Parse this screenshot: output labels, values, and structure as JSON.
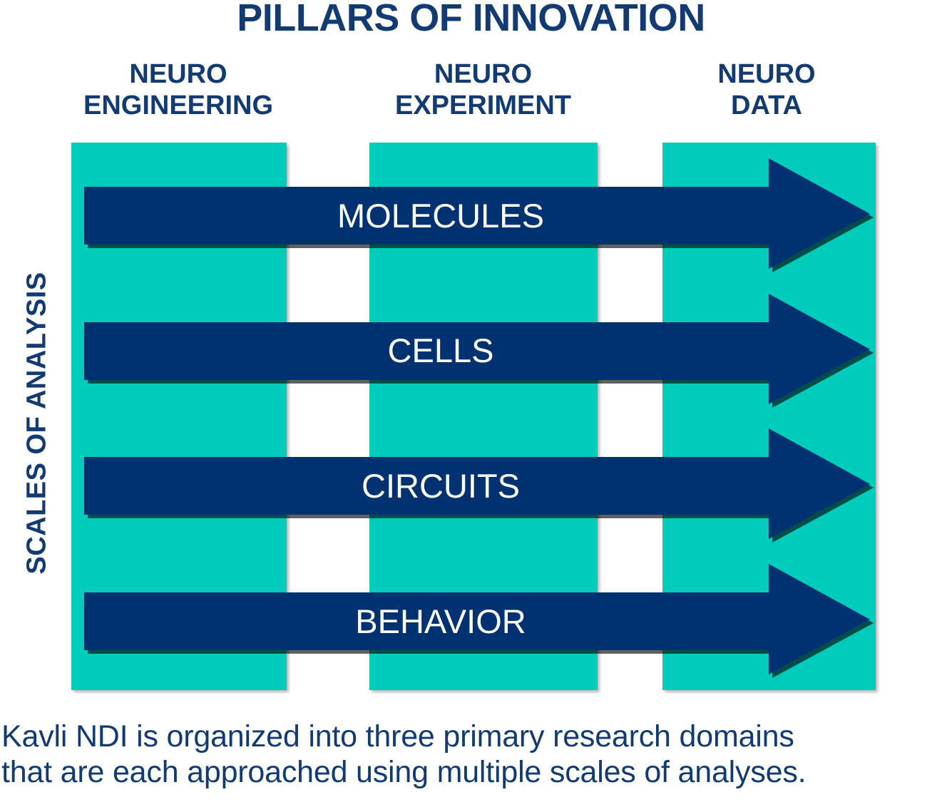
{
  "title": "PILLARS OF INNOVATION",
  "axis_label": "SCALES OF ANALYSIS",
  "columns": [
    {
      "line1": "NEURO",
      "line2": "ENGINEERING"
    },
    {
      "line1": "NEURO",
      "line2": "EXPERIMENT"
    },
    {
      "line1": "NEURO",
      "line2": "DATA"
    }
  ],
  "scales": [
    {
      "label": "MOLECULES"
    },
    {
      "label": "CELLS"
    },
    {
      "label": "CIRCUITS"
    },
    {
      "label": "BEHAVIOR"
    }
  ],
  "caption": {
    "line1": "Kavli NDI is organized into three primary research domains",
    "line2": "that are each approached using multiple scales of analyses."
  },
  "colors": {
    "navy": "#123a73",
    "arrow_navy": "#063072",
    "teal": "#00ccbc",
    "background": "#ffffff",
    "arrow_text": "#ffffff"
  }
}
